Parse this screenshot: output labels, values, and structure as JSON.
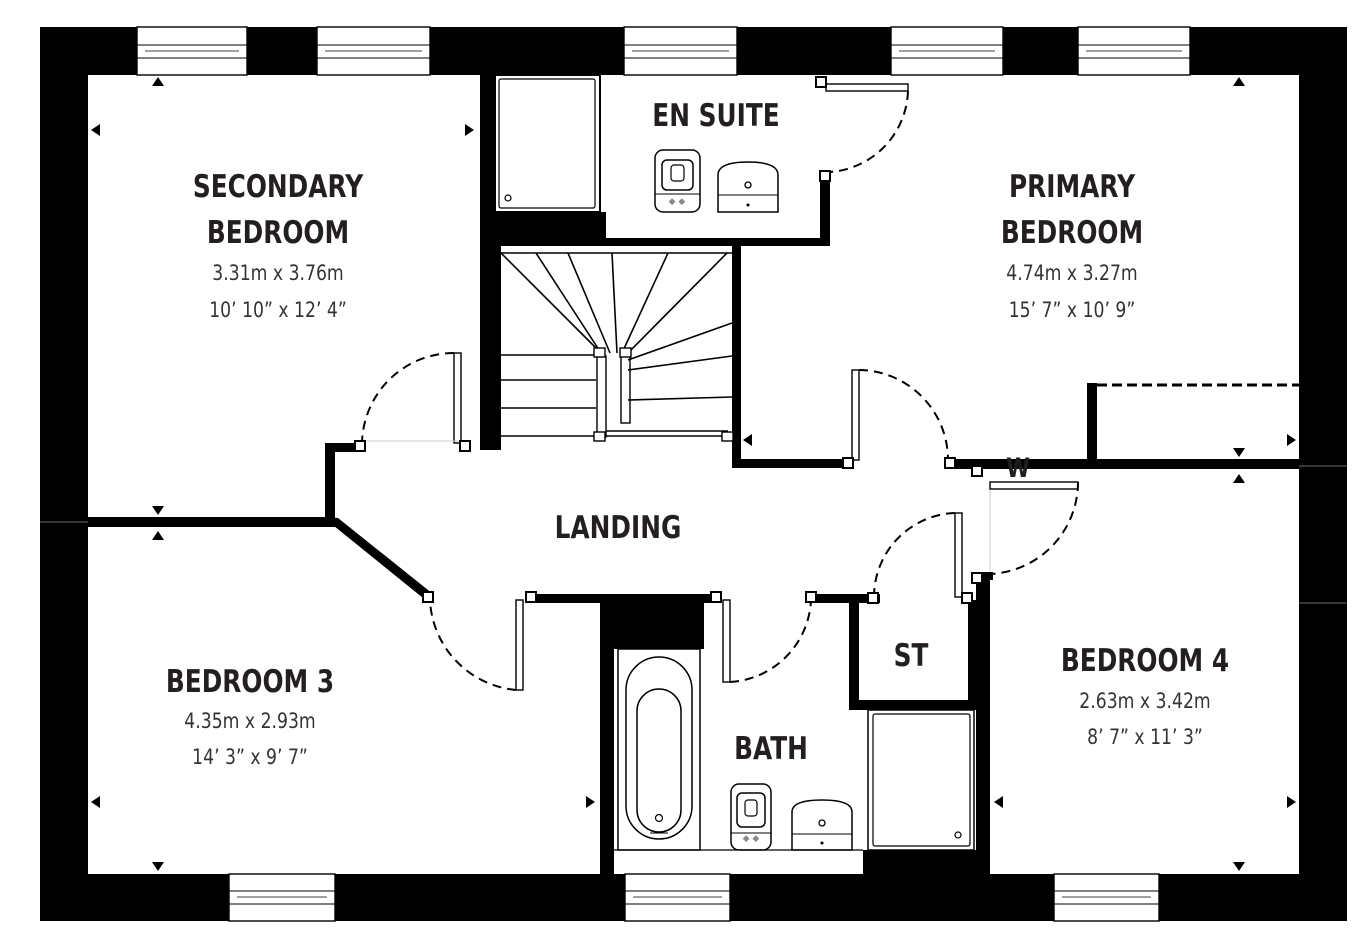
{
  "rooms": {
    "secondary": {
      "name_line1": "SECONDARY",
      "name_line2": "BEDROOM",
      "metric": "3.31m x 3.76m",
      "imperial": "10’ 10” x 12’ 4”"
    },
    "primary": {
      "name_line1": "PRIMARY",
      "name_line2": "BEDROOM",
      "metric": "4.74m x 3.27m",
      "imperial": "15’ 7” x 10’ 9”"
    },
    "bedroom3": {
      "name": "BEDROOM 3",
      "metric": "4.35m x 2.93m",
      "imperial": "14’ 3” x 9’ 7”"
    },
    "bedroom4": {
      "name": "BEDROOM 4",
      "metric": "2.63m x 3.42m",
      "imperial": "8’ 7” x 11’ 3”"
    },
    "en_suite": {
      "name": "EN SUITE"
    },
    "landing": {
      "name": "LANDING"
    },
    "bath": {
      "name": "BATH"
    },
    "store": {
      "name": "ST"
    },
    "wardrobe": {
      "name": "W"
    }
  },
  "colors": {
    "wall": "#000000",
    "text": "#231f20",
    "background": "#ffffff"
  }
}
